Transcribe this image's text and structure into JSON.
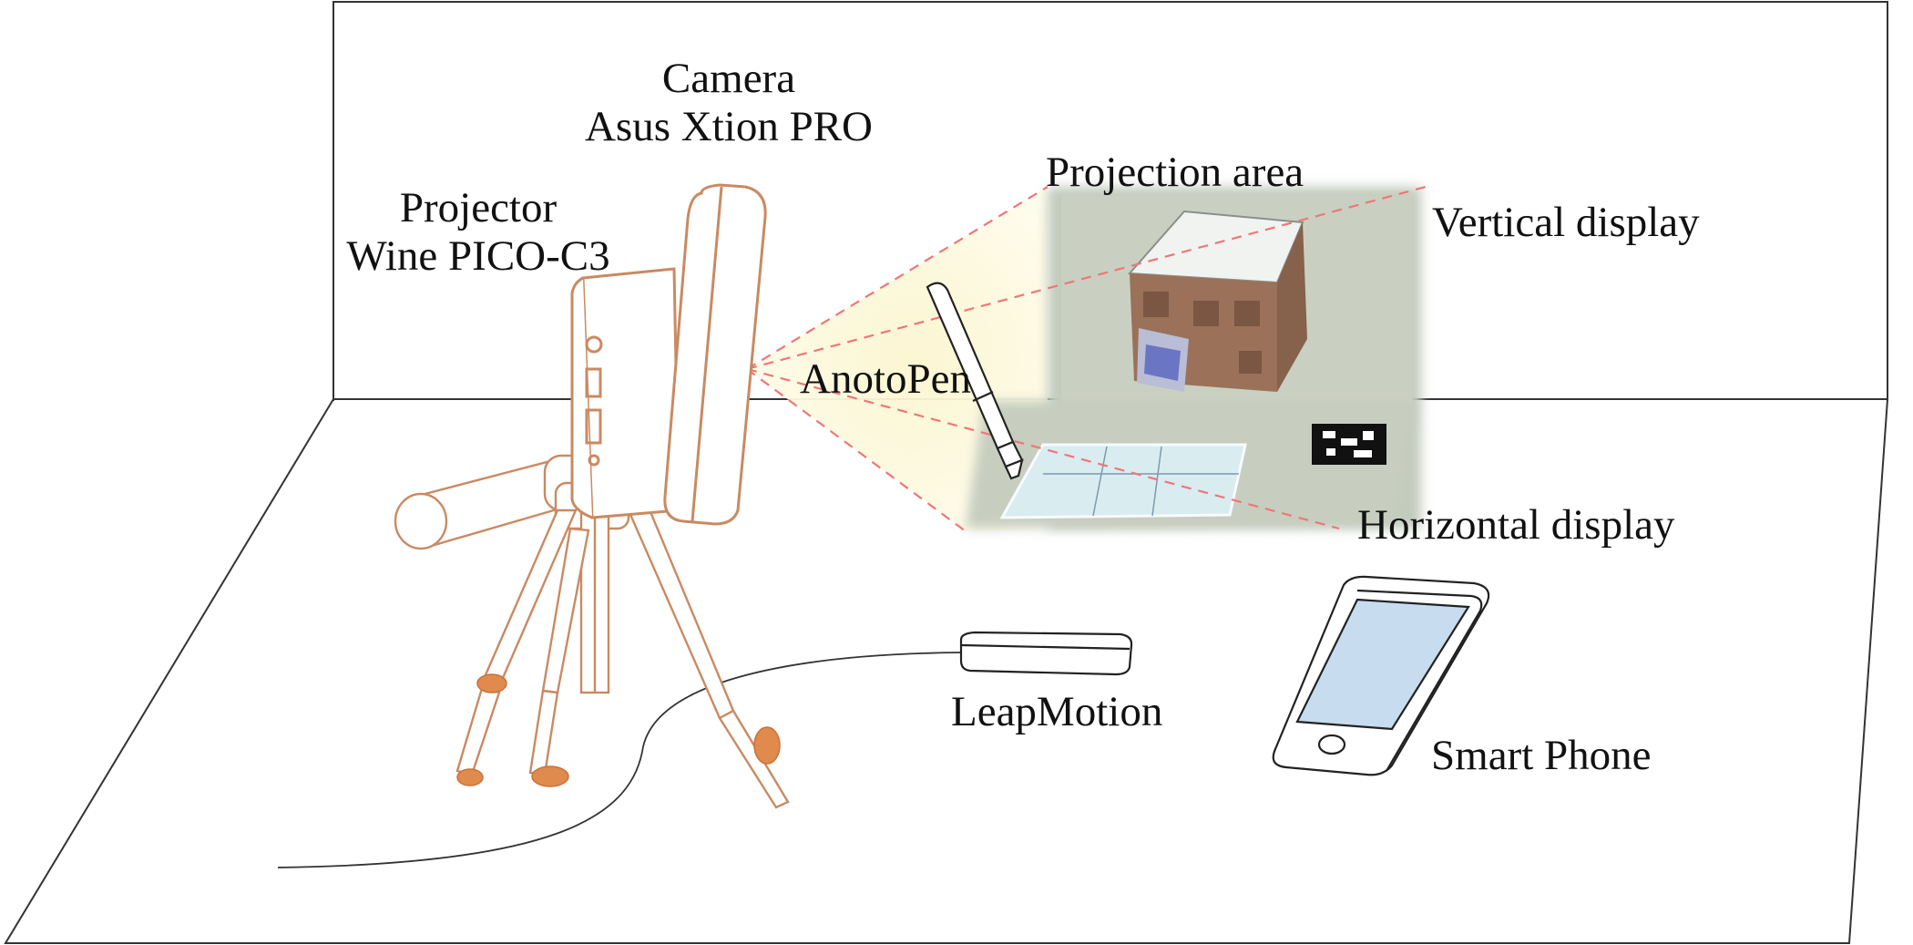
{
  "labels": {
    "camera": {
      "line1": "Camera",
      "line2": "Asus Xtion PRO"
    },
    "projector": {
      "line1": "Projector",
      "line2": "Wine PICO-C3"
    },
    "projection_area": "Projection area",
    "vertical_display": "Vertical display",
    "anoto_pen": "AnotoPen",
    "horizontal_display": "Horizontal display",
    "leap_motion": "LeapMotion",
    "smart_phone": "Smart Phone"
  },
  "colors": {
    "outline": "#222222",
    "device_stroke": "#c98a62",
    "device_orange": "#e08a4e",
    "projection_rays": "#ee7777",
    "projection_glow": "#fbf6d6",
    "wall_projection": "#c7cfc2",
    "phone_screen": "#c7dcef"
  },
  "icons": {
    "projector_camera": "projector-camera-device",
    "tripod": "tripod",
    "pen": "anoto-pen-icon",
    "leap": "leap-motion-device",
    "phone": "smartphone-icon",
    "marker": "fiducial-marker"
  }
}
